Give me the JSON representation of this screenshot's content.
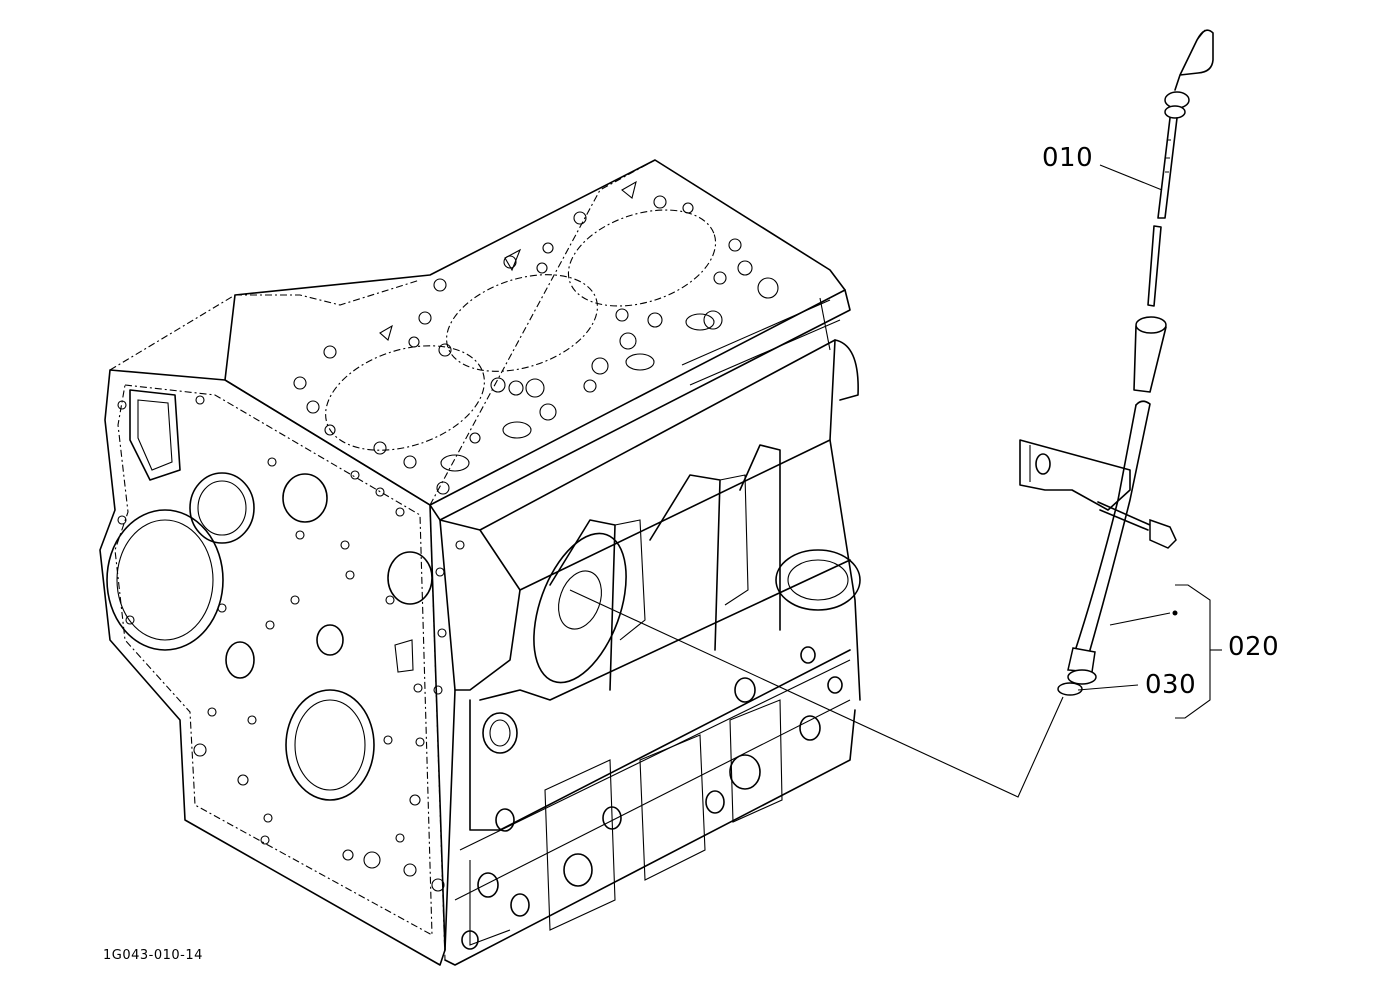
{
  "diagram": {
    "drawing_code": "1G043-010-14",
    "callouts": [
      {
        "id": "010",
        "label": "010"
      },
      {
        "id": "020",
        "label": "020"
      },
      {
        "id": "030",
        "label": "030"
      }
    ]
  }
}
